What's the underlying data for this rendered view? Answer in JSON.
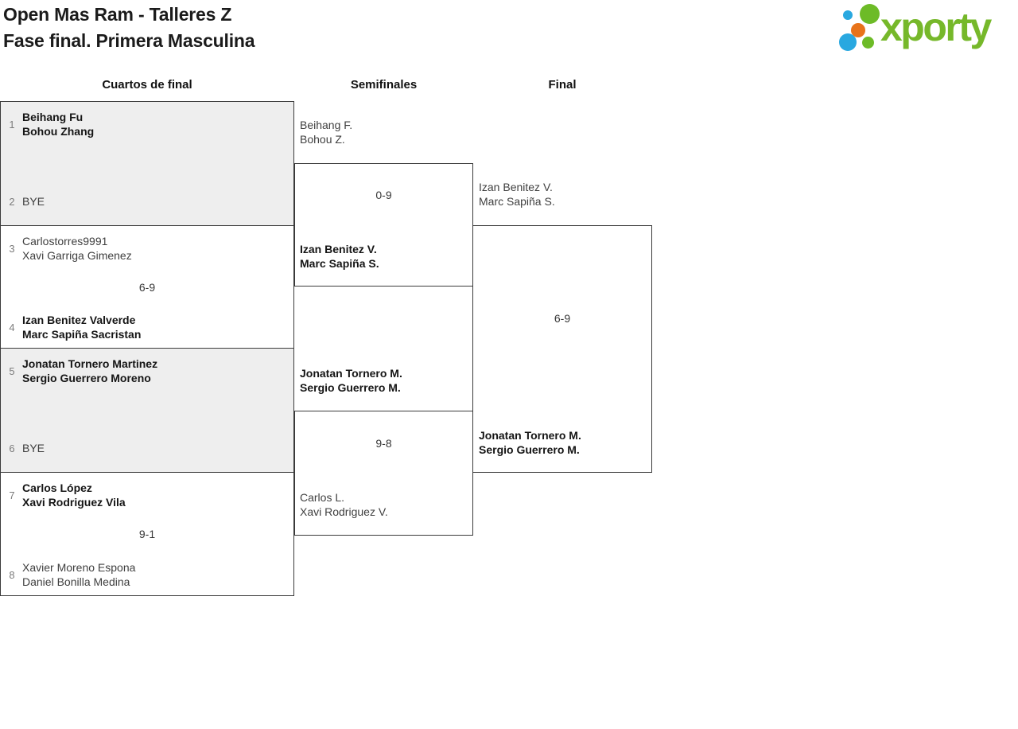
{
  "title": {
    "line1": "Open Mas Ram - Talleres Z",
    "line2": "Fase final. Primera Masculina"
  },
  "logo": {
    "text": "xporty",
    "colors": {
      "green": "#76b82a",
      "blue": "#29a8e0",
      "orange": "#e8731a"
    }
  },
  "columns": {
    "qf": "Cuartos de final",
    "sf": "Semifinales",
    "final": "Final"
  },
  "bracket": {
    "quarterfinals": [
      {
        "score": "",
        "top": {
          "seed": "1",
          "lines": [
            "Beihang Fu",
            "Bohou Zhang"
          ]
        },
        "bottom": {
          "seed": "2",
          "lines": [
            "BYE"
          ]
        }
      },
      {
        "score": "6-9",
        "top": {
          "seed": "3",
          "lines": [
            "Carlostorres9991",
            "Xavi Garriga Gimenez"
          ]
        },
        "bottom": {
          "seed": "4",
          "lines": [
            "Izan Benitez Valverde",
            "Marc Sapiña Sacristan"
          ]
        }
      },
      {
        "score": "",
        "top": {
          "seed": "5",
          "lines": [
            "Jonatan Tornero Martinez",
            "Sergio Guerrero Moreno"
          ]
        },
        "bottom": {
          "seed": "6",
          "lines": [
            "BYE"
          ]
        }
      },
      {
        "score": "9-1",
        "top": {
          "seed": "7",
          "lines": [
            "Carlos López",
            "Xavi Rodriguez Vila"
          ]
        },
        "bottom": {
          "seed": "8",
          "lines": [
            "Xavier Moreno Espona",
            "Daniel Bonilla Medina"
          ]
        }
      }
    ],
    "semifinals": [
      {
        "score": "0-9",
        "top": {
          "lines": [
            "Beihang F.",
            "Bohou Z."
          ]
        },
        "bottom": {
          "lines": [
            "Izan Benitez V.",
            "Marc Sapiña S."
          ]
        }
      },
      {
        "score": "9-8",
        "top": {
          "lines": [
            "Jonatan Tornero M.",
            "Sergio Guerrero M."
          ]
        },
        "bottom": {
          "lines": [
            "Carlos L.",
            "Xavi Rodriguez V."
          ]
        }
      }
    ],
    "final": {
      "score": "6-9",
      "top": {
        "lines": [
          "Izan Benitez V.",
          "Marc Sapiña S."
        ]
      },
      "bottom": {
        "lines": [
          "Jonatan Tornero M.",
          "Sergio Guerrero M."
        ]
      }
    }
  }
}
